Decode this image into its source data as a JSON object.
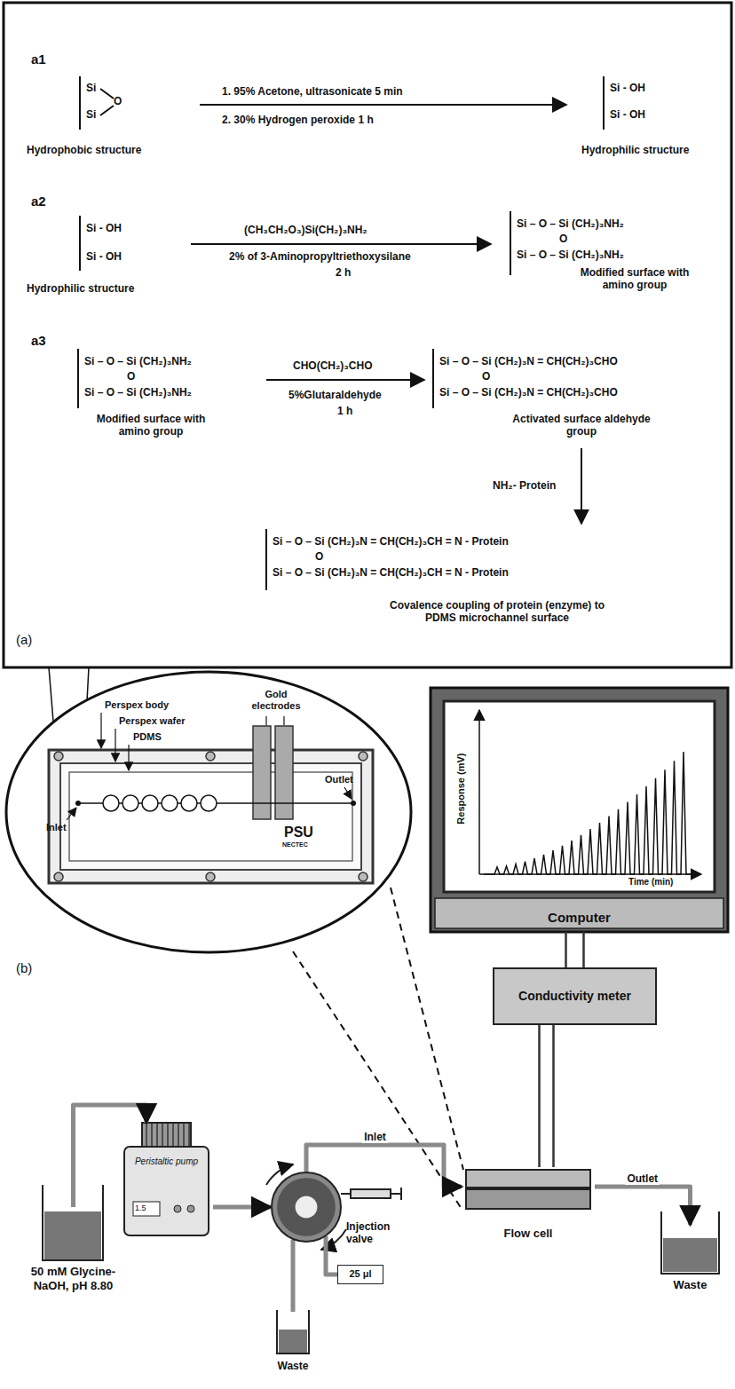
{
  "diagram": {
    "nodes": [
      {
        "text": [
          "Computer"
        ]
      },
      {
        "text": [
          "Conductivity meter"
        ]
      },
      {
        "text": [
          "Flow cell"
        ]
      },
      {
        "text": [
          "Peristaltic pump",
          "1.5"
        ]
      },
      {
        "text": [
          "50 mM Glycine-NaOH, pH 8.80"
        ]
      },
      {
        "text": [
          "Injection valve"
        ]
      },
      {
        "text": [
          "25 μl"
        ]
      },
      {
        "text": [
          "Waste"
        ]
      },
      {
        "text": [
          "Waste"
        ]
      }
    ],
    "edges": [
      {
        "from": 4,
        "to": 3,
        "arrow": "to"
      },
      {
        "from": 3,
        "to": 5,
        "arrow": "to"
      },
      {
        "from": 5,
        "to": 2,
        "arrow": "to",
        "label": "Inlet"
      },
      {
        "from": 2,
        "to": 8,
        "arrow": "to",
        "label": "Outlet"
      },
      {
        "from": 5,
        "to": 7,
        "arrow": "none"
      },
      {
        "from": 5,
        "to": 6,
        "arrow": "none"
      },
      {
        "from": 1,
        "to": 0,
        "arrow": "none"
      },
      {
        "from": 2,
        "to": 1,
        "arrow": "none"
      }
    ],
    "labels": [
      "a1",
      "Si",
      "Si",
      "O",
      "Hydrophobic structure",
      "1. 95% Acetone, ultrasonicate 5 min",
      "2. 30% Hydrogen peroxide 1 h",
      "Si - OH",
      "Si - OH",
      "Hydrophilic structure",
      "a2",
      "Si - OH",
      "Si - OH",
      "Hydrophilic structure",
      "(CH₃CH₂O₃)Si(CH₂)₃NH₂",
      "2% of 3-Aminopropyltriethoxysilane",
      "2 h",
      "Si – O – Si (CH₂)₃NH₂",
      "O",
      "Si – O – Si (CH₂)₃NH₂",
      "Modified surface with amino group",
      "a3",
      "Si – O – Si (CH₂)₃NH₂",
      "O",
      "Si – O – Si (CH₂)₃NH₂",
      "Modified surface with amino group",
      "CHO(CH₂)₃CHO",
      "5%Glutaraldehyde",
      "1 h",
      "Si – O – Si (CH₂)₃N = CH(CH₂)₃CHO",
      "O",
      "Si – O – Si (CH₂)₃N = CH(CH₂)₃CHO",
      "Activated surface aldehyde group",
      "NH₂- Protein",
      "Si – O – Si (CH₂)₃N = CH(CH₂)₃CH = N - Protein",
      "O",
      "Si – O – Si (CH₂)₃N = CH(CH₂)₃CH = N - Protein",
      "Covalence coupling of protein (enzyme) to PDMS microchannel surface",
      "(a)",
      "Perspex body",
      "Perspex wafer",
      "PDMS",
      "Gold electrodes",
      "Inlet",
      "Outlet",
      "PSU",
      "NECTEC",
      "Response (mV)",
      "Time (min)",
      "(b)"
    ]
  }
}
